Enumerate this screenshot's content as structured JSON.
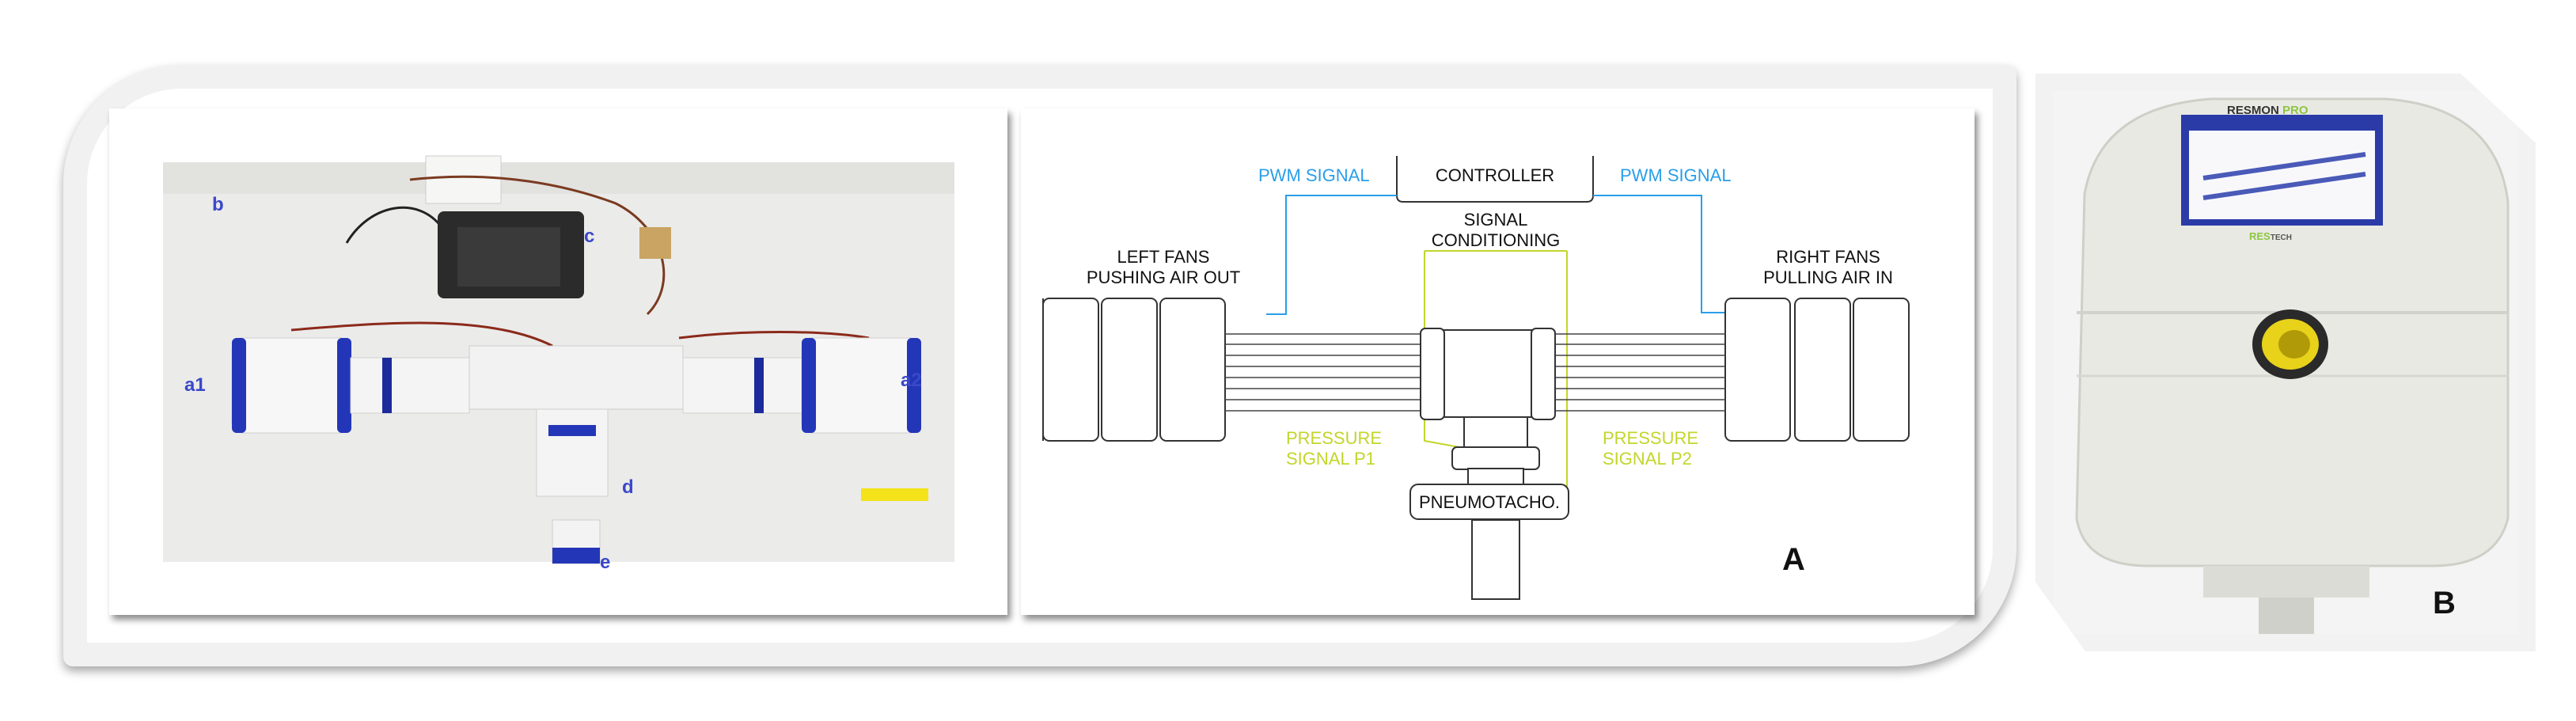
{
  "photo": {
    "labels": {
      "a1": "a1",
      "a2": "a2",
      "b": "b",
      "c": "c",
      "d": "d",
      "e": "e"
    }
  },
  "diagram": {
    "controller": "CONTROLLER",
    "signal_conditioning_line1": "SIGNAL",
    "signal_conditioning_line2": "CONDITIONING",
    "pwm_left": "PWM SIGNAL",
    "pwm_right": "PWM SIGNAL",
    "left_fans_line1": "LEFT FANS",
    "left_fans_line2": "PUSHING AIR OUT",
    "right_fans_line1": "RIGHT FANS",
    "right_fans_line2": "PULLING AIR IN",
    "pressure_p1_line1": "PRESSURE",
    "pressure_p1_line2": "SIGNAL P1",
    "pressure_p2_line1": "PRESSURE",
    "pressure_p2_line2": "SIGNAL P2",
    "pneumotacho": "PNEUMOTACHO.",
    "panel_letter": "A"
  },
  "device": {
    "brand": "RESMON",
    "brand_accent": "PRO",
    "logo_res": "RES",
    "logo_tech": "TECH",
    "panel_letter": "B"
  },
  "colors": {
    "photo_label": "#3b48c8",
    "pwm_blue": "#2a9ee8",
    "pressure_green": "#c2d62a",
    "brand_green": "#8dc63f"
  }
}
